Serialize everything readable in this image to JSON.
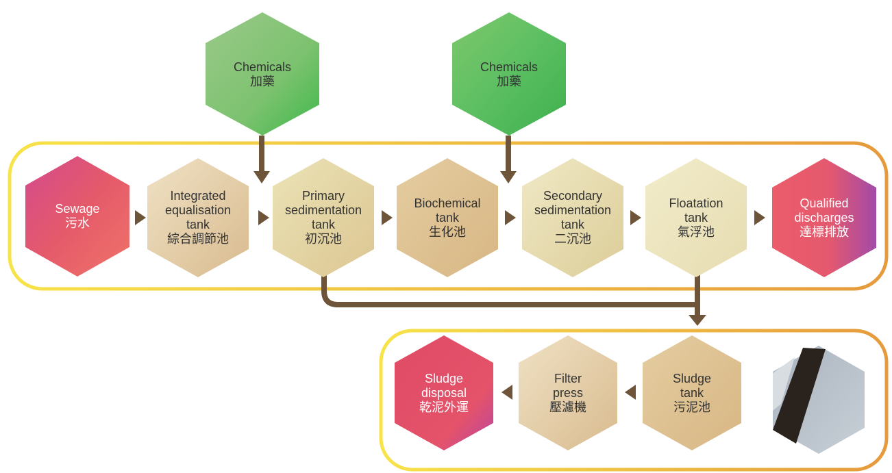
{
  "colors": {
    "arrow": "#6e5438",
    "frame_start": "#f7e34a",
    "frame_end": "#e69a3c"
  },
  "nodes": {
    "chemicals_1": {
      "en": "Chemicals",
      "zh": "加藥"
    },
    "chemicals_2": {
      "en": "Chemicals",
      "zh": "加藥"
    },
    "sewage": {
      "en": "Sewage",
      "zh": "污水"
    },
    "integrated_tank": {
      "en1": "Integrated",
      "en2": "equalisation",
      "en3": "tank",
      "zh": "綜合調節池"
    },
    "primary_tank": {
      "en1": "Primary",
      "en2": "sedimentation",
      "en3": "tank",
      "zh": "初沉池"
    },
    "biochemical_tank": {
      "en1": "Biochemical",
      "en2": "tank",
      "zh": "生化池"
    },
    "secondary_tank": {
      "en1": "Secondary",
      "en2": "sedimentation",
      "en3": "tank",
      "zh": "二沉池"
    },
    "floatation_tank": {
      "en1": "Floatation",
      "en2": "tank",
      "zh": "氣浮池"
    },
    "qualified_discharges": {
      "en1": "Qualified",
      "en2": "discharges",
      "zh": "達標排放"
    },
    "sludge_tank": {
      "en1": "Sludge",
      "en2": "tank",
      "zh": "污泥池"
    },
    "filter_press": {
      "en1": "Filter",
      "en2": "press",
      "zh": "壓濾機"
    },
    "sludge_disposal": {
      "en1": "Sludge",
      "en2": "disposal",
      "zh": "乾泥外運"
    }
  }
}
